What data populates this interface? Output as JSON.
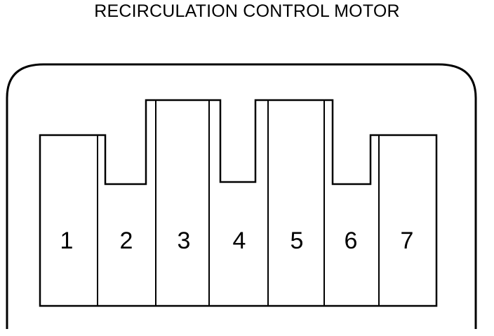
{
  "title": "RECIRCULATION CONTROL MOTOR",
  "pins": [
    {
      "label": "1"
    },
    {
      "label": "2"
    },
    {
      "label": "3"
    },
    {
      "label": "4"
    },
    {
      "label": "5"
    },
    {
      "label": "6"
    },
    {
      "label": "7"
    }
  ],
  "colors": {
    "stroke": "#000000",
    "background": "#ffffff"
  }
}
